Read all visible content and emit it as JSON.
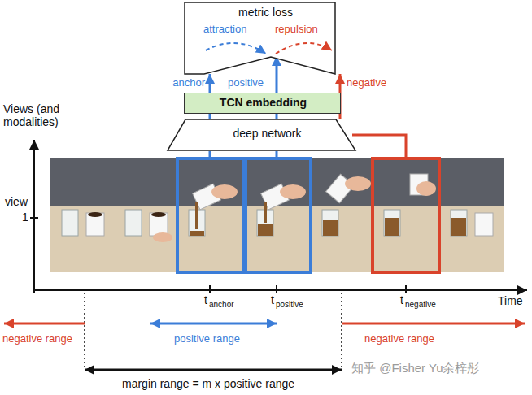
{
  "diagram": {
    "nodes": [
      {
        "text": [
          "metric loss",
          "attraction",
          "repulsion"
        ]
      },
      {
        "text": [
          "TCN embedding"
        ]
      },
      {
        "text": [
          "deep network"
        ]
      }
    ],
    "edges": [
      {
        "from": 1,
        "to": 0,
        "label": "anchor",
        "arrow": "to"
      },
      {
        "from": 1,
        "to": 0,
        "label": "positive",
        "arrow": "to"
      },
      {
        "from": 2,
        "to": 0,
        "label": "negative",
        "arrow": "to"
      },
      {
        "from": 2,
        "to": 1,
        "arrow": "none"
      },
      {
        "from": 2,
        "to": 1,
        "arrow": "none"
      }
    ],
    "labels": [
      "Views (and modalities)",
      "view",
      "1",
      "t",
      "anchor",
      "t",
      "positive",
      "t",
      "negative",
      "Time",
      "negative range",
      "positive range",
      "negative range",
      "margin range = m x positive range",
      "知乎 @Fisher Yu余梓彤"
    ]
  }
}
